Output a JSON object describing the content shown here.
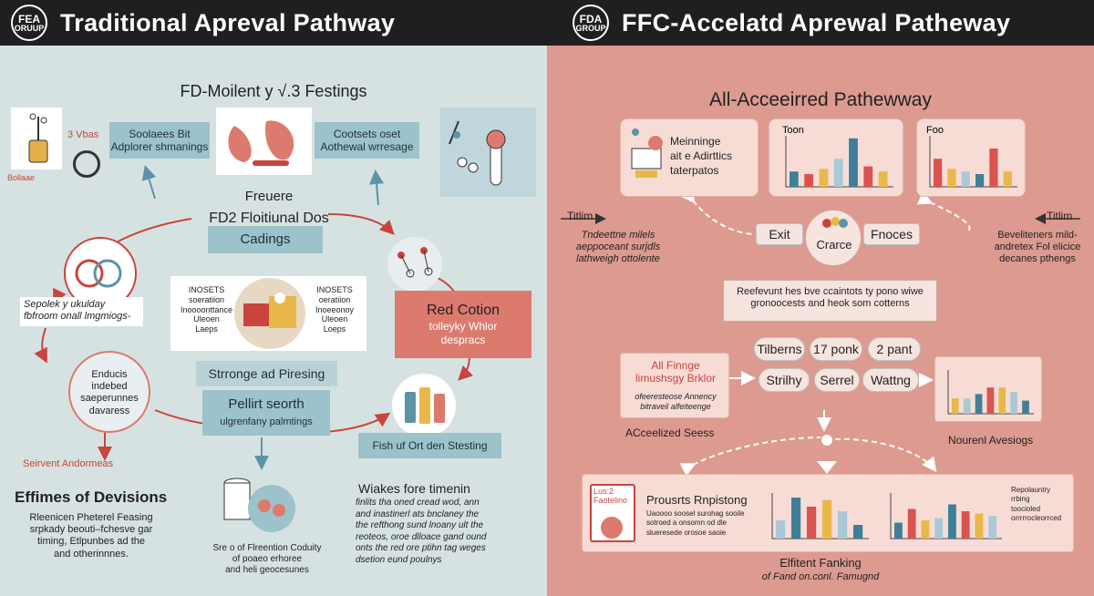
{
  "header": {
    "left_logo_top": "FEA",
    "left_logo_bottom": "ORUUP",
    "left_title": "Traditional Apreval Pathway",
    "right_logo_top": "FDA",
    "right_logo_bottom": "GROUP",
    "right_title": "FFC-Accelatd Aprewal Patheway"
  },
  "left": {
    "heading": "FD-Moilent y √.3 Festings",
    "tag_vbas": "3 Vbas",
    "tag_under": "Bollaae",
    "box_top_left": "Soolaees Bit\nAdplorer shmanings",
    "box_top_right": "Cootsets oset\nAothewal wrresage",
    "center_title1": "Freuere",
    "center_title2": "FD2 Floitiunal Dos",
    "center_box": "Cadings",
    "sep_label": "Sepolek y ukulday\nfbfroom onall lmgmiogs-",
    "mid_left": "INOSETS\nsoeratiion\nInoooonttance\nUleoen\nLaeps",
    "mid_right": "INOSETS\noeratiion\nInoeeonoy\nUleoen\nLoeps",
    "red_box_title": "Red Cotion",
    "red_box_sub": "tolleyky Whlor\ndespracs",
    "circle_text": "Enducis\nindebed\nsaeperunnes\ndavaress",
    "strong_label": "Strronge ad Piresing",
    "pellit_title": "Pellirt seorth",
    "pellit_sub": "ulgrenfany palmtings",
    "fish_label": "Fish uf Ort den Stesting",
    "solvent_label": "Seirvent  Andormeas",
    "bottom_heading": "Effimes of Devisions",
    "bottom_text": "Rleenicen Pheterel Feasing\nsrpkady beouti–fchesve gar\ntiming, Etlpunbes ad the\nand otherinnnes.",
    "bottom_center": "Sre o of Flreention Coduity\nof poaeo erhoree\nand heli geocesunes",
    "bottom_right_title": "Wiakes fore timenin",
    "bottom_right_text": "finlits tha oned cread wod, ann\nand inastinerl ats bnclaney the\nthe refthong sund lnoany ult the\nreoteos, oroe dlloace gand ound\nonts the red ore ptihn tag weges\ndsetion eund poulnys"
  },
  "right": {
    "heading": "All-Acceeirred Pathewway",
    "card1_text": "Meinninge\nait e Adirttics\ntaterpatos",
    "chart1_label": "Toon",
    "chart2_label": "Foo",
    "titlim_left": "Titlim",
    "titlim_right": "Titlim",
    "left_text": "Tndeettne milels\naeppoceant surjdls\nlathweigh ottolente",
    "right_text": "Beveliteners mild-\nandretex Fol elicice\ndecanes pthengs",
    "exit": "Exit",
    "crarce": "Crarce",
    "froces": "Fnoces",
    "info_text": "Reefevunt hes bve ccaintots ty pono wiwe\ngronoocests and heok som cotterns",
    "pill1": "Tilberns",
    "pill2": "17 ponk",
    "pill3": "2 pant",
    "pill4": "Strilhy",
    "pill5": "Serrel",
    "pill6": "Wattng",
    "all_title": "All Finnge\nlimushsgy  Brklor",
    "all_sub": "ofeeresteose Annency\nbitraveil alfeiteenge",
    "accel": "ACceelized Seess",
    "noure": "Nourenl Avesiogs",
    "bottom_card_title": "Prousrts Rnpistong",
    "bottom_card_text": "Uaoooo soosel surohag sooile\nsotroed a onsomn od dle\nslueresede orosoe saoie",
    "tag_label": "Lus:2\nFaotelino",
    "repol_text": "Repolauntry\nrrbing\ntoocioled\norrrrrocleorrced",
    "bottom_title": "Elfitent Fanking",
    "bottom_sub": "of Fand on.conl. Famugnd"
  },
  "chart_data": [
    {
      "type": "bar",
      "label": "Toon",
      "values": [
        0.3,
        0.25,
        0.35,
        0.55,
        0.95,
        0.4,
        0.3
      ]
    },
    {
      "type": "bar",
      "label": "Foo",
      "values": [
        0.55,
        0.35,
        0.3,
        0.25,
        0.75,
        0.3
      ]
    },
    {
      "type": "bar",
      "label": "",
      "values": [
        0.35,
        0.35,
        0.45,
        0.6,
        0.6,
        0.5,
        0.3
      ]
    },
    {
      "type": "bar",
      "label": "",
      "values": [
        0.4,
        0.9,
        0.7,
        0.85,
        0.6,
        0.3
      ]
    },
    {
      "type": "bar",
      "label": "",
      "values": [
        0.35,
        0.65,
        0.4,
        0.45,
        0.75,
        0.6,
        0.55,
        0.5
      ]
    }
  ],
  "colors": {
    "left_bg": "#d6e2e2",
    "right_bg": "#dd9a90",
    "teal": "#9cc2cb",
    "red": "#dc7a6e",
    "bar_blue": "#3f7f98",
    "bar_red": "#d9534f",
    "bar_yellow": "#e8b84a",
    "bar_light": "#a9c9d6"
  }
}
